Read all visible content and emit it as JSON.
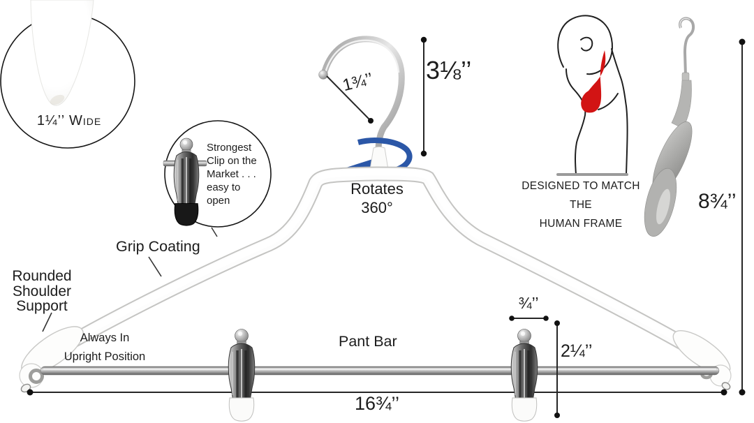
{
  "insets": {
    "shoulder_width_label": "1¼’’ Wide",
    "clip_note_lines": [
      "Strongest",
      "Clip on the",
      "Market . . .",
      "easy to",
      "open"
    ]
  },
  "labels": {
    "grip_coating": "Grip Coating",
    "rounded_shoulder_lines": [
      "Rounded",
      "Shoulder",
      "Support"
    ],
    "upright_lines": [
      "Always In",
      "Upright Position"
    ],
    "pant_bar": "Pant Bar",
    "rotates_lines": [
      "Rotates",
      "360°"
    ],
    "human_frame_lines": [
      "DESIGNED TO MATCH",
      "THE",
      "HUMAN FRAME"
    ]
  },
  "measurements": {
    "hook_opening": "1¾’’",
    "hook_height": "3⅛’’",
    "hanger_height": "8¾’’",
    "clip_grip_width": "¾’’",
    "clip_height": "2¼’’",
    "bar_width": "16¾’’"
  },
  "colors": {
    "rotation_arrow_blue": "#2b57a7",
    "pressure_zone_red": "#d21414",
    "text": "#1c1c1c"
  }
}
